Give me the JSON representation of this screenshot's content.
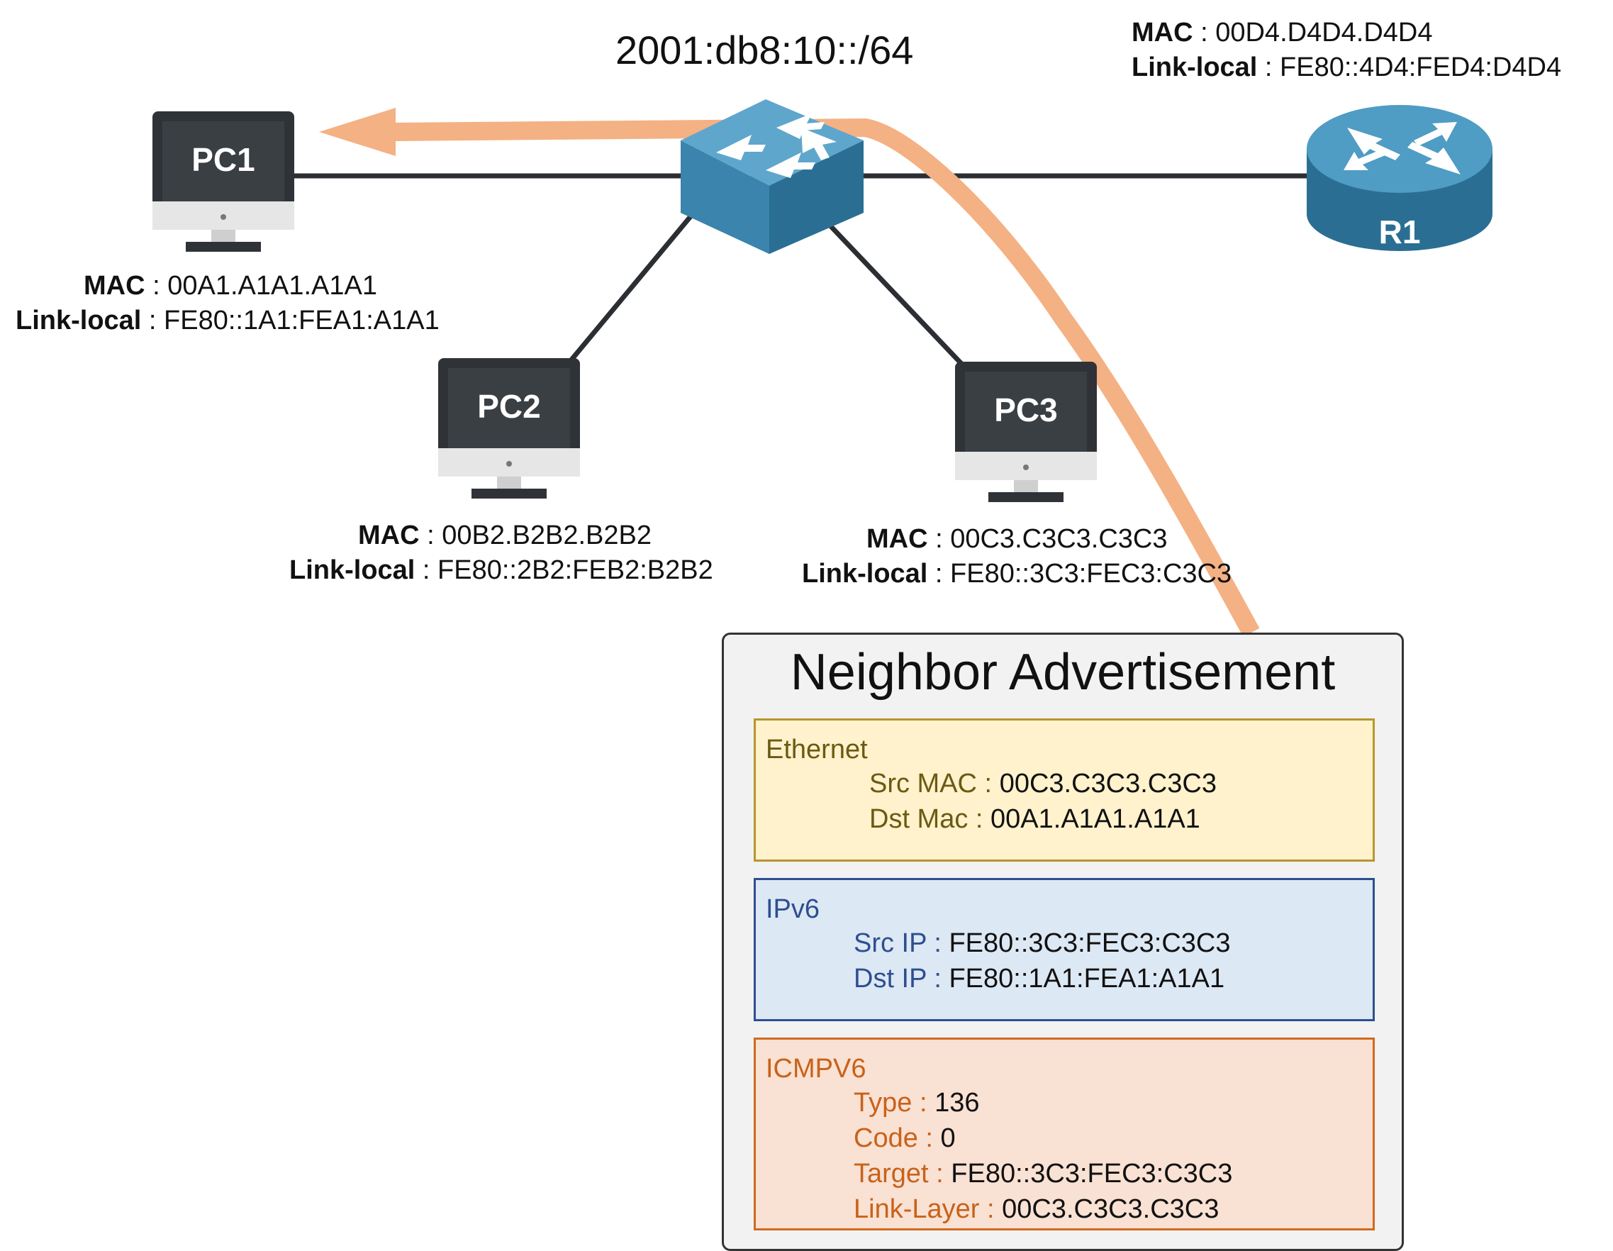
{
  "subnet": "2001:db8:10::/64",
  "devices": {
    "pc1": {
      "name": "PC1",
      "mac_key": "MAC",
      "mac": " : 00A1.A1A1.A1A1",
      "ll_key": "Link-local",
      "ll": " : FE80::1A1:FEA1:A1A1"
    },
    "pc2": {
      "name": "PC2",
      "mac_key": "MAC",
      "mac": " : 00B2.B2B2.B2B2",
      "ll_key": "Link-local",
      "ll": " : FE80::2B2:FEB2:B2B2"
    },
    "pc3": {
      "name": "PC3",
      "mac_key": "MAC",
      "mac": " : 00C3.C3C3.C3C3",
      "ll_key": "Link-local",
      "ll": " : FE80::3C3:FEC3:C3C3"
    },
    "r1": {
      "name": "R1",
      "mac_key": "MAC",
      "mac": " : 00D4.D4D4.D4D4",
      "ll_key": "Link-local",
      "ll": " : FE80::4D4:FED4:D4D4"
    }
  },
  "packet": {
    "title": "Neighbor Advertisement",
    "ethernet": {
      "header": "Ethernet",
      "src_label": "Src MAC : ",
      "src": "00C3.C3C3.C3C3",
      "dst_label": "Dst Mac : ",
      "dst": "00A1.A1A1.A1A1"
    },
    "ipv6": {
      "header": "IPv6",
      "src_label": "Src IP : ",
      "src": "FE80::3C3:FEC3:C3C3",
      "dst_label": "Dst IP : ",
      "dst": "FE80::1A1:FEA1:A1A1"
    },
    "icmpv6": {
      "header": "ICMPV6",
      "type_label": "Type : ",
      "type": "136",
      "code_label": "Code : ",
      "code": "0",
      "target_label": "Target : ",
      "target": "FE80::3C3:FEC3:C3C3",
      "linklayer_label": "Link-Layer : ",
      "linklayer": "00C3.C3C3.C3C3"
    }
  },
  "colors": {
    "flow_arrow": "#f4b183",
    "link": "#2b2f33",
    "switch": "#3e86ad",
    "router": "#3e86ad",
    "monitor": "#2f3337"
  }
}
